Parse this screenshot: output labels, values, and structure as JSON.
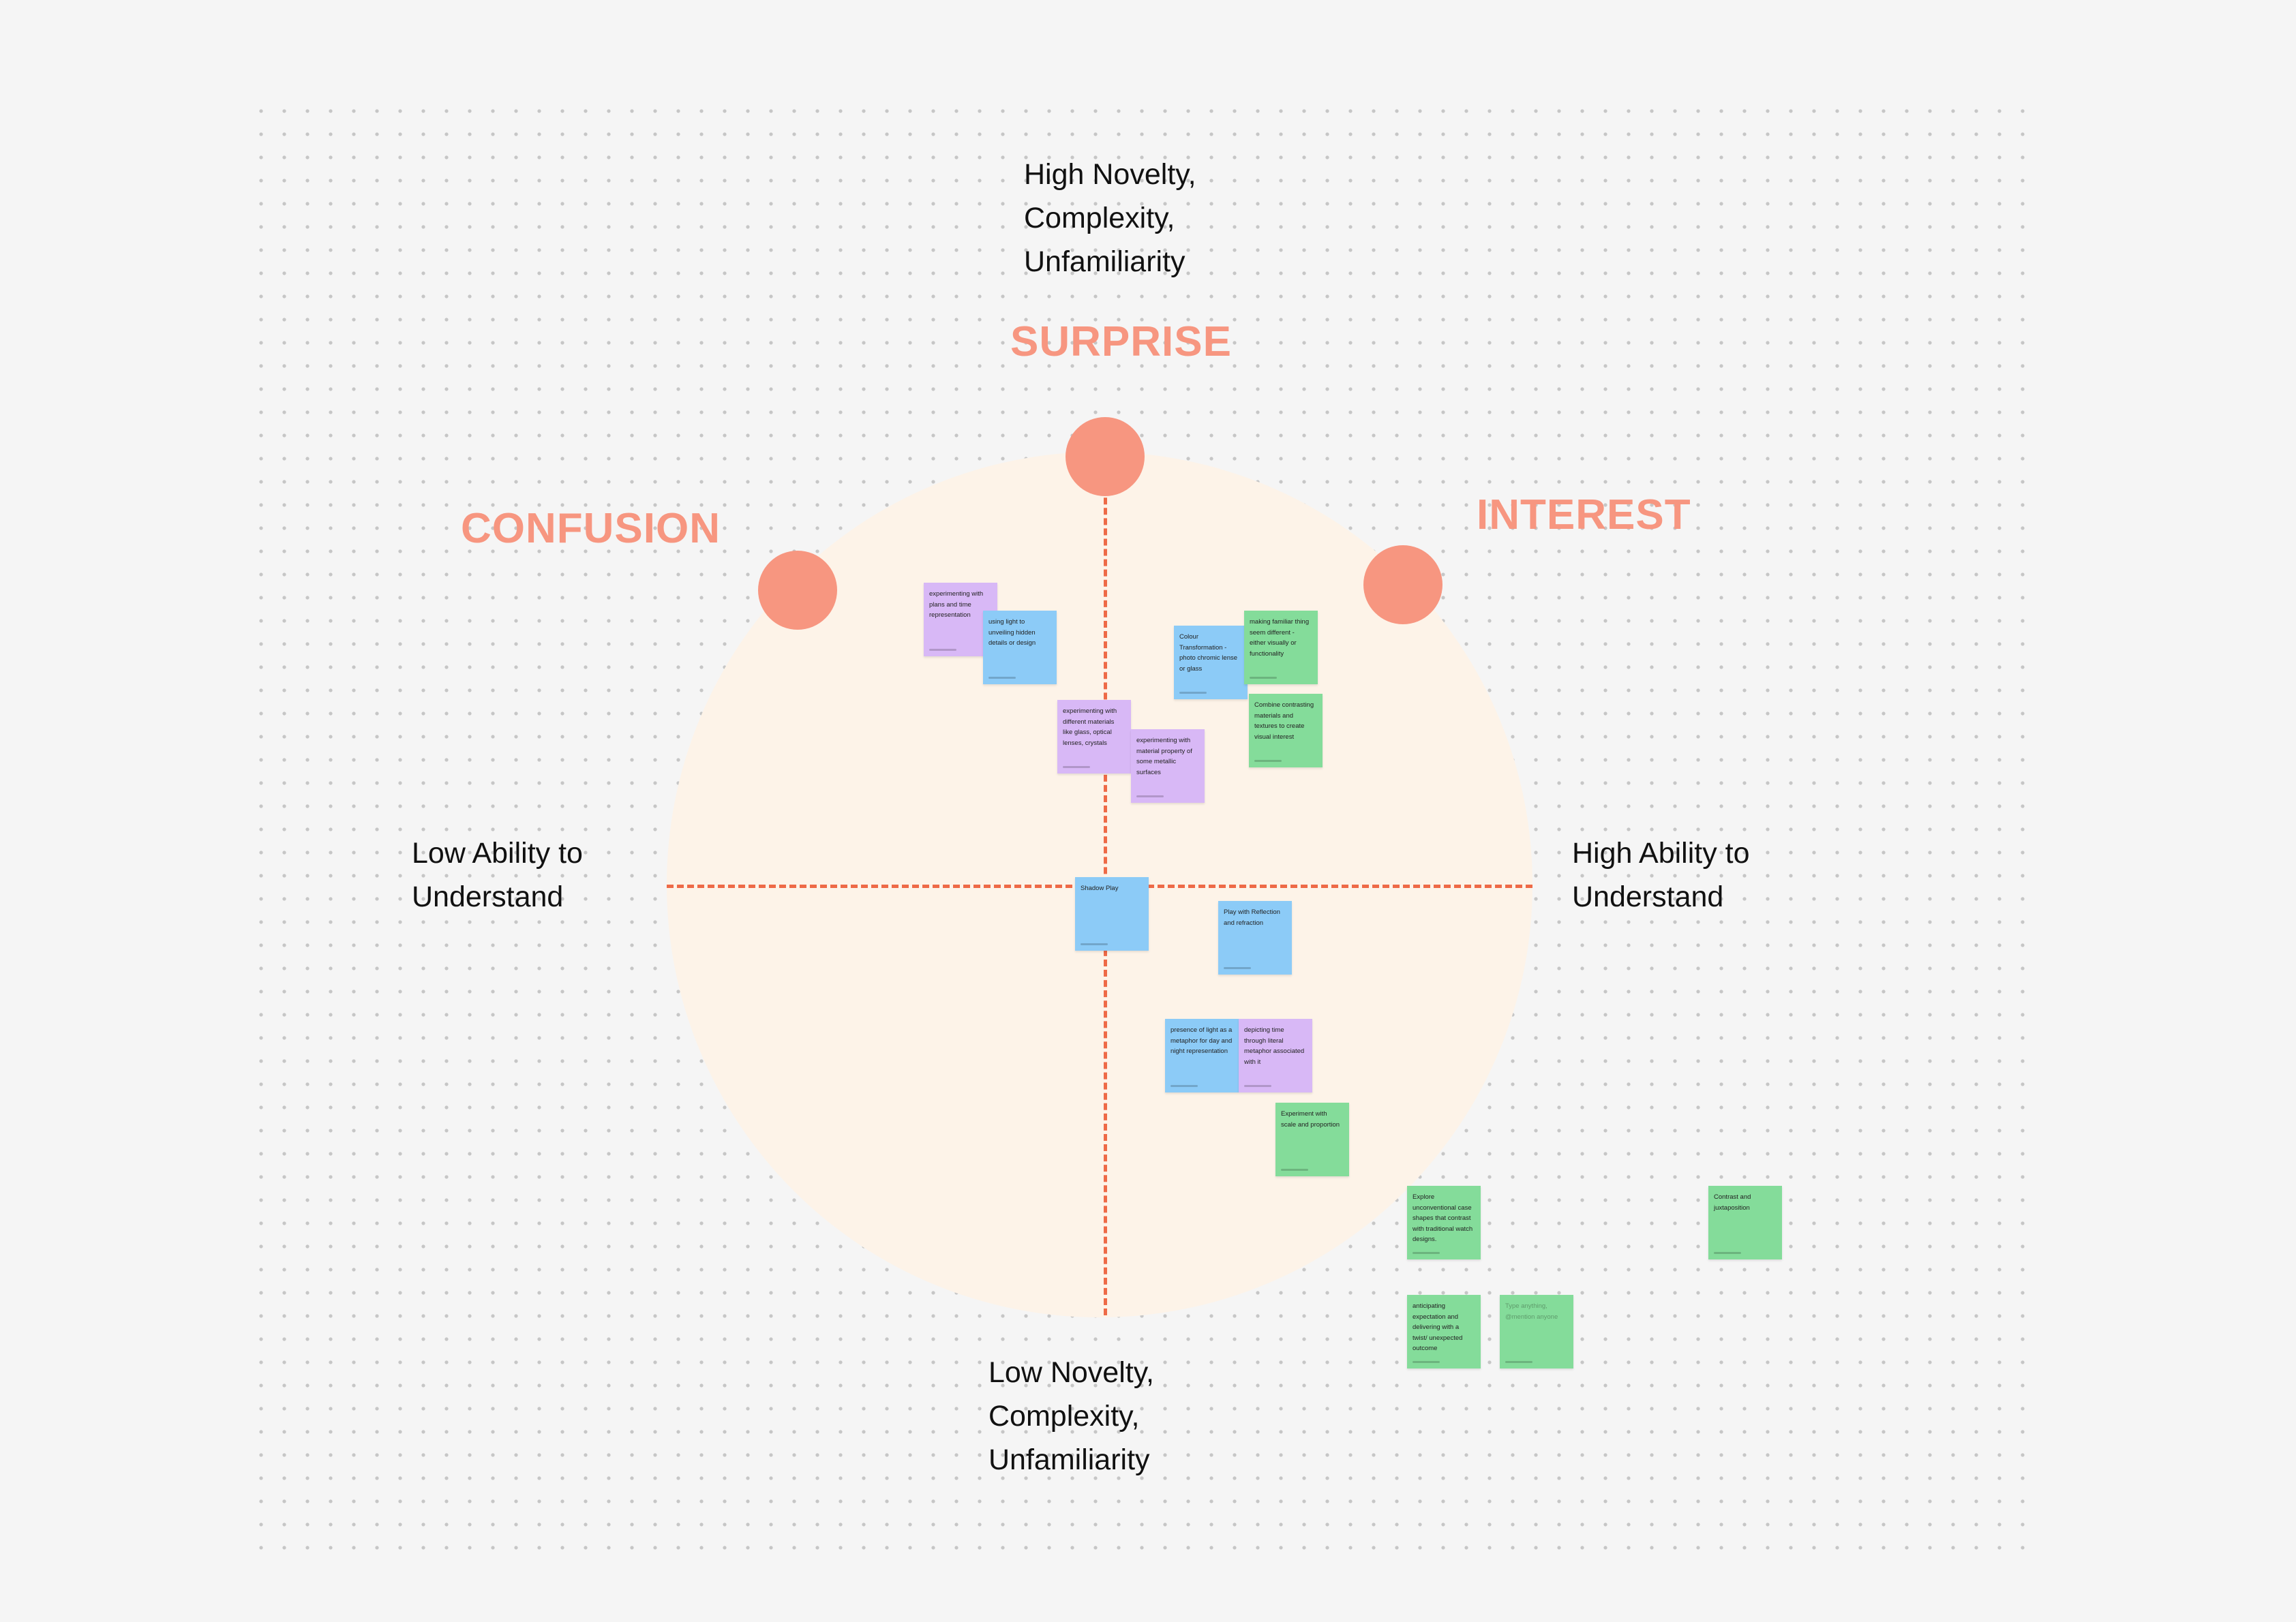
{
  "categories": {
    "surprise": "SURPRISE",
    "confusion": "CONFUSION",
    "interest": "INTEREST"
  },
  "axis_labels": {
    "top": "High Novelty,\nComplexity,\nUnfamiliarity",
    "bottom": "Low Novelty,\nComplexity,\nUnfamiliarity",
    "left": "Low Ability to\nUnderstand",
    "right": "High Ability to\nUnderstand"
  },
  "colors": {
    "accent": "#f79680",
    "axis": "#ee6a47",
    "circle_fill": "#fdf3e8",
    "note_purple": "#d8b8f6",
    "note_blue": "#8ccbf7",
    "note_green": "#84dc9a"
  },
  "notes": [
    {
      "id": "n1",
      "color": "purple",
      "text": "experimenting with plans and time representation"
    },
    {
      "id": "n2",
      "color": "blue",
      "text": "using light to unveiling hidden details or design"
    },
    {
      "id": "n3",
      "color": "blue",
      "text": "Colour Transformation - photo chromic lense or glass"
    },
    {
      "id": "n4",
      "color": "green",
      "text": "making familiar thing seem different - either visually or functionality"
    },
    {
      "id": "n5",
      "color": "green",
      "text": "Combine contrasting materials and textures to create visual interest"
    },
    {
      "id": "n6",
      "color": "purple",
      "text": "experimenting with different materials like glass, optical lenses, crystals"
    },
    {
      "id": "n7",
      "color": "purple",
      "text": "experimenting with material property of some metallic surfaces"
    },
    {
      "id": "n8",
      "color": "blue",
      "text": "Shadow Play"
    },
    {
      "id": "n9",
      "color": "blue",
      "text": "Play with Reflection and refraction"
    },
    {
      "id": "n10",
      "color": "blue",
      "text": "presence of light as a metaphor for day and night representation"
    },
    {
      "id": "n11",
      "color": "purple",
      "text": "depicting time through literal metaphor associated with it"
    },
    {
      "id": "n12",
      "color": "green",
      "text": "Experiment with scale and proportion"
    },
    {
      "id": "n13",
      "color": "green",
      "text": "Explore unconventional case shapes that contrast with traditional watch designs."
    },
    {
      "id": "n14",
      "color": "green",
      "text": "Contrast and juxtaposition"
    },
    {
      "id": "n15",
      "color": "green",
      "text": "anticipating expectation and delivering with a twist/ unexpected outcome"
    },
    {
      "id": "n16",
      "color": "green",
      "text": "Type anything, @mention anyone"
    }
  ]
}
